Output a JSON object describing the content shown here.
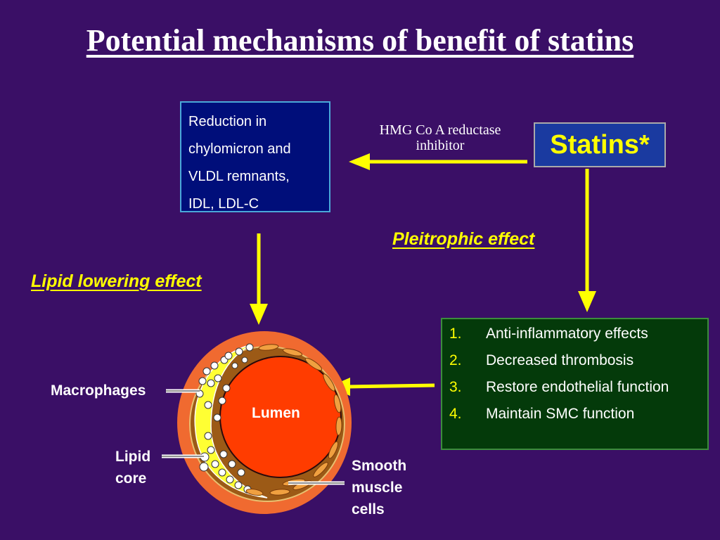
{
  "title": "Potential mechanisms of benefit of statins",
  "lipid_box": {
    "lines": [
      "Reduction in",
      "chylomicron and",
      "VLDL remnants,",
      "IDL, LDL-C"
    ]
  },
  "statins_label": "Statins*",
  "hmg_label": {
    "line1": "HMG Co A reductase",
    "line2": "inhibitor"
  },
  "pleitrophic_label": "Pleitrophic effect",
  "lipid_lowering_label": "Lipid lowering effect",
  "pleitrophic_list": [
    {
      "num": "1.",
      "text": "Anti-inflammatory effects"
    },
    {
      "num": "2.",
      "text": "Decreased thrombosis"
    },
    {
      "num": "3.",
      "text": "Restore endothelial function"
    },
    {
      "num": "4.",
      "text": "Maintain SMC function"
    }
  ],
  "artery": {
    "lumen": "Lumen",
    "macrophages": "Macrophages",
    "lipid_core": {
      "line1": "Lipid",
      "line2": "core"
    },
    "smooth_muscle": {
      "line1": "Smooth",
      "line2": "muscle",
      "line3": "cells"
    }
  },
  "colors": {
    "background": "#3a0f66",
    "arrow": "#ffff00",
    "lumen": "#ff3c00",
    "vessel_outer": "#f06a30",
    "vessel_wall": "#9c5a16",
    "plaque": "#ffff33"
  }
}
